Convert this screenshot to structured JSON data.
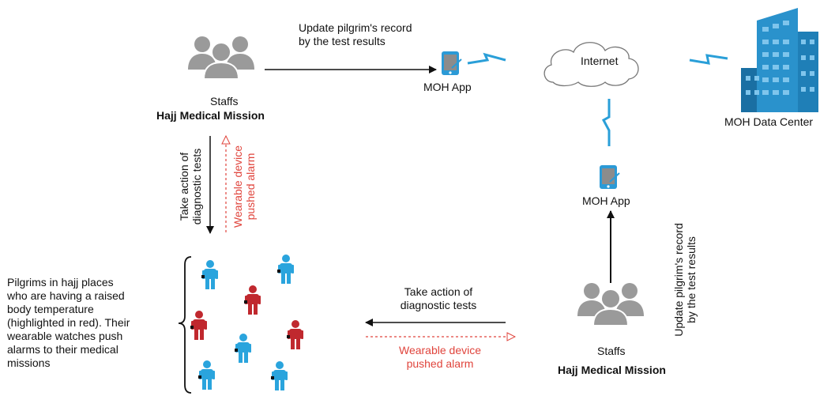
{
  "labels": {
    "staffs_top": "Staffs",
    "mission_top": "Hajj Medical Mission",
    "update_top_1": "Update pilgrim's record",
    "update_top_2": "by the test results",
    "moh_app_top": "MOH App",
    "internet": "Internet",
    "data_center": "MOH Data Center",
    "take_action_left_1": "Take action of",
    "take_action_left_2": "diagnostic tests",
    "alarm_left_1": "Wearable device",
    "alarm_left_2": "pushed alarm",
    "moh_app_right": "MOH App",
    "update_right_1": "Update pilgrim's record",
    "update_right_2": "by the test results",
    "pilgrims_desc": [
      "Pilgrims in hajj places",
      "who are having a raised",
      "body temperature",
      "(highlighted in red). Their",
      "wearable watches push",
      "alarms to their medical",
      "missions"
    ],
    "take_action_mid_1": "Take action of",
    "take_action_mid_2": "diagnostic tests",
    "alarm_mid_1": "Wearable device",
    "alarm_mid_2": "pushed alarm",
    "staffs_bottom": "Staffs",
    "mission_bottom": "Hajj Medical Mission"
  },
  "colors": {
    "person_gray": "#9a9a9a",
    "pilgrim_blue": "#2aa4dd",
    "pilgrim_red": "#c0282e",
    "link_blue": "#2a9fd8",
    "building_blue": "#1a6fa3",
    "alarm_red": "#e0443c"
  },
  "pilgrims": [
    {
      "status": "normal"
    },
    {
      "status": "normal"
    },
    {
      "status": "fever"
    },
    {
      "status": "fever"
    },
    {
      "status": "fever"
    },
    {
      "status": "normal"
    },
    {
      "status": "normal"
    },
    {
      "status": "normal"
    }
  ]
}
